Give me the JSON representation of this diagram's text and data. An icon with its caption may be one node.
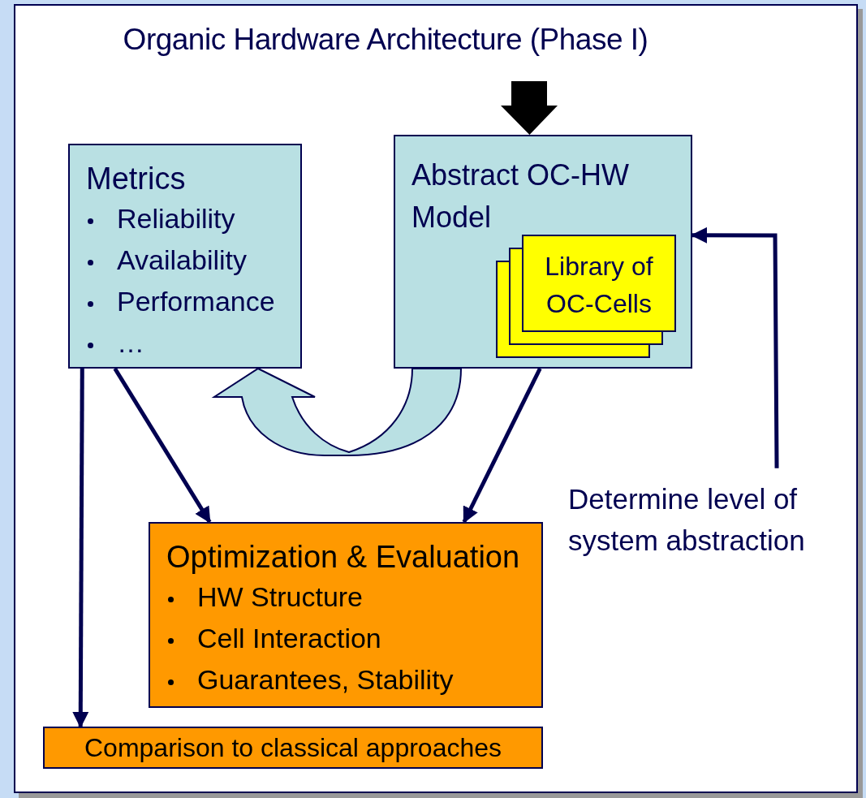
{
  "diagram": {
    "title": "Organic Hardware Architecture (Phase I)",
    "nodes": [
      {
        "text": [
          "Metrics",
          "Reliability",
          "Availability",
          "Performance",
          "…"
        ]
      },
      {
        "text": [
          "Abstract OC-HW Model"
        ]
      },
      {
        "text": [
          "Library of OC-Cells"
        ],
        "in": 1
      },
      {
        "text": [
          "Optimization & Evaluation",
          "HW Structure",
          "Cell Interaction",
          "Guarantees, Stability"
        ]
      },
      {
        "text": [
          "Comparison to classical approaches"
        ]
      },
      {
        "text": [
          "Determine level of system abstraction"
        ]
      }
    ],
    "edges": [
      {
        "from": null,
        "to": 1,
        "arrow": "to",
        "style": "thick",
        "color": "#000000"
      },
      {
        "from": 1,
        "to": 0,
        "arrow": "to",
        "style": "thick",
        "color": "#b9e0e3"
      },
      {
        "from": 0,
        "to": 3,
        "arrow": "to"
      },
      {
        "from": 1,
        "to": 3,
        "arrow": "to"
      },
      {
        "from": 0,
        "to": 4,
        "arrow": "to"
      },
      {
        "from": 5,
        "to": 1,
        "arrow": "to"
      }
    ]
  }
}
